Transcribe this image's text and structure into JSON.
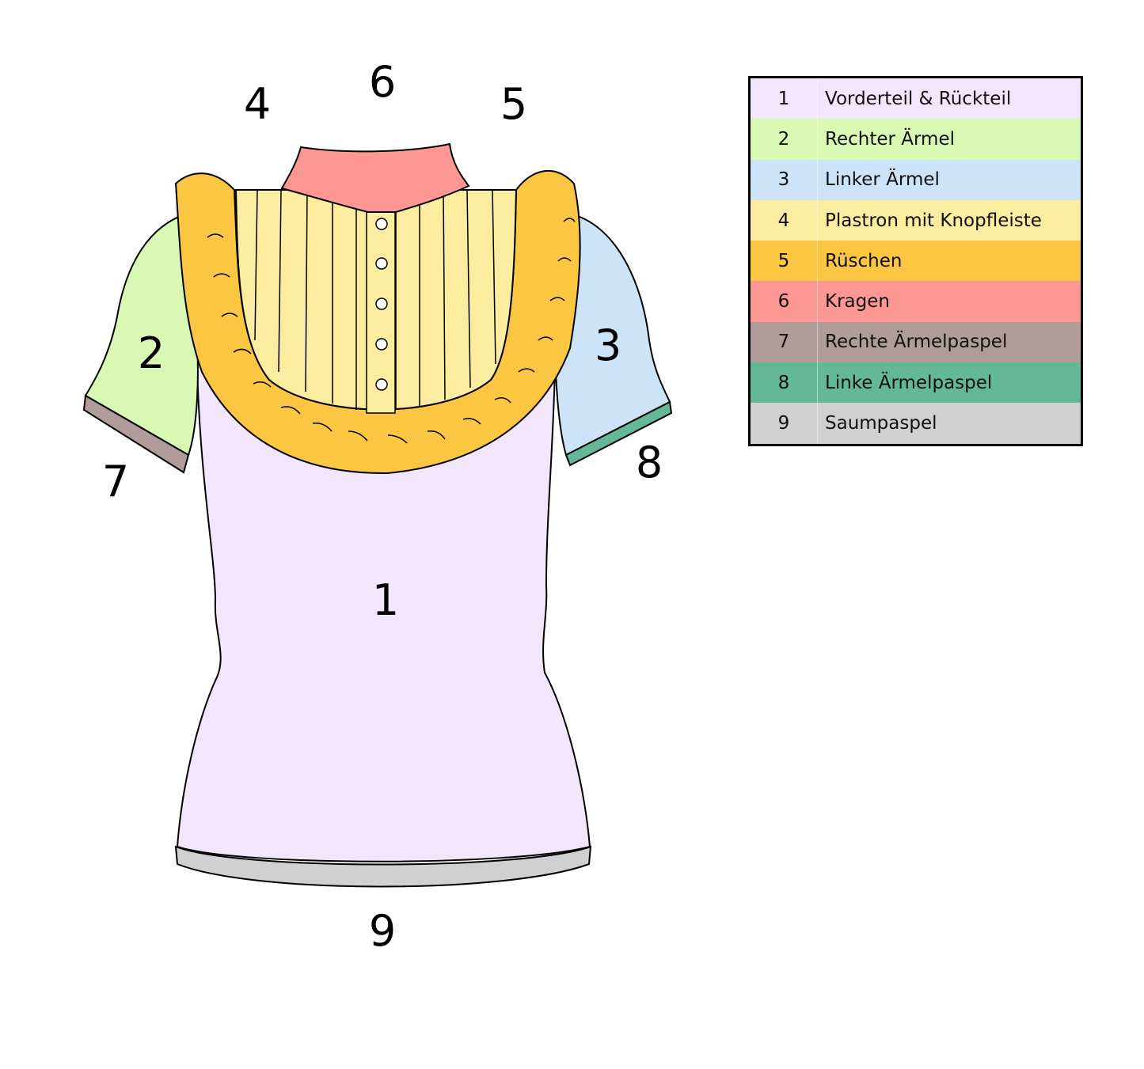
{
  "callouts": {
    "c1": "1",
    "c2": "2",
    "c3": "3",
    "c4": "4",
    "c5": "5",
    "c6": "6",
    "c7": "7",
    "c8": "8",
    "c9": "9"
  },
  "colors": {
    "body": "#f2e6fc",
    "right_sleeve": "#d8f8b4",
    "left_sleeve": "#cde4f8",
    "plastron": "#fbec9f",
    "ruffles": "#fbc641",
    "collar": "#fd9793",
    "right_sleeve_piping": "#b09c9a",
    "left_sleeve_piping": "#64b898",
    "hem_piping": "#d0d0d0"
  },
  "legend": [
    {
      "num": "1",
      "label": "Vorderteil & Rückteil",
      "color": "#f2e6fc"
    },
    {
      "num": "2",
      "label": "Rechter Ärmel",
      "color": "#d8f8b4"
    },
    {
      "num": "3",
      "label": "Linker Ärmel",
      "color": "#cde4f8"
    },
    {
      "num": "4",
      "label": "Plastron mit Knopfleiste",
      "color": "#fbec9f"
    },
    {
      "num": "5",
      "label": "Rüschen",
      "color": "#fbc641"
    },
    {
      "num": "6",
      "label": "Kragen",
      "color": "#fd9793"
    },
    {
      "num": "7",
      "label": "Rechte Ärmelpaspel",
      "color": "#b09c9a"
    },
    {
      "num": "8",
      "label": "Linke Ärmelpaspel",
      "color": "#64b898"
    },
    {
      "num": "9",
      "label": "Saumpaspel",
      "color": "#d0d0d0"
    }
  ]
}
